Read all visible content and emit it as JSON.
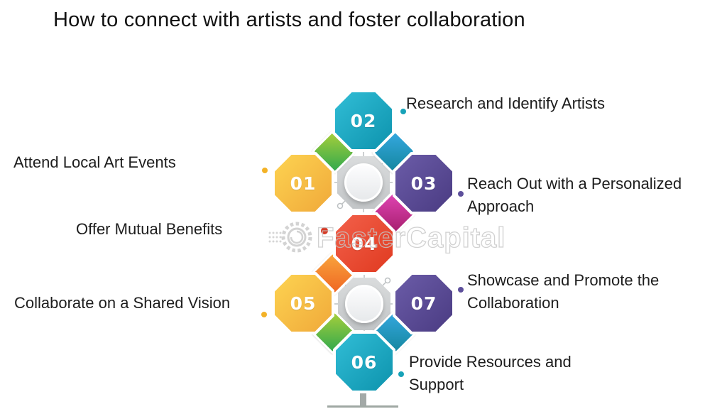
{
  "title": "How to connect with artists and foster collaboration",
  "watermark": {
    "text": "FasterCapital"
  },
  "steps": [
    {
      "num": "01",
      "label": "Attend Local Art Events",
      "side": "left",
      "shape_color": "#F7BF3A"
    },
    {
      "num": "02",
      "label": "Research and Identify Artists",
      "side": "right",
      "shape_color": "#14A3BC"
    },
    {
      "num": "03",
      "label": "Reach Out with a Personalized Approach",
      "side": "right",
      "shape_color": "#564897"
    },
    {
      "num": "04",
      "label": "Offer Mutual Benefits",
      "side": "left",
      "shape_color": "#E84B31"
    },
    {
      "num": "05",
      "label": "Collaborate on a Shared Vision",
      "side": "left",
      "shape_color": "#F7BF3A"
    },
    {
      "num": "06",
      "label": "Provide Resources and Support",
      "side": "right",
      "shape_color": "#14A3BC"
    },
    {
      "num": "07",
      "label": "Showcase and Promote the Collaboration",
      "side": "right",
      "shape_color": "#564897"
    }
  ],
  "accents": {
    "teal": "#14A3BC",
    "yellow": "#F7BF3A",
    "purple": "#564897",
    "red": "#E84B31",
    "green": "#5DBA46",
    "teal_blue": "#2B9FCE",
    "magenta": "#C62E8C",
    "orange": "#F58220",
    "hub_gray": "#CDD0D2",
    "text": "#1D1D1D",
    "watermark_gray": "#C6C6C6"
  }
}
